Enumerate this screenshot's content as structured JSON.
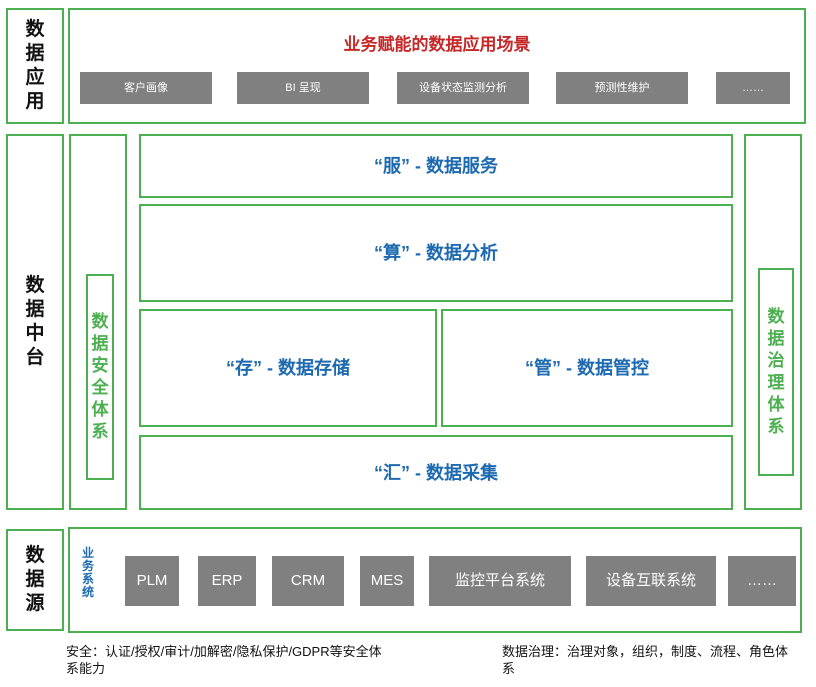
{
  "sections": {
    "app_label": [
      "数",
      "据",
      "应",
      "用"
    ],
    "platform_label": [
      "数",
      "据",
      "中",
      "台"
    ],
    "source_label": [
      "数",
      "据",
      "源"
    ]
  },
  "app": {
    "title": "业务赋能的数据应用场景",
    "items": [
      "客户画像",
      "BI 呈现",
      "设备状态监测分析",
      "预测性维护",
      "……"
    ]
  },
  "platform": {
    "security_label": [
      "数",
      "据",
      "安",
      "全",
      "体",
      "系"
    ],
    "governance_label": [
      "数",
      "据",
      "治",
      "理",
      "体",
      "系"
    ],
    "serve": "“服” - 数据服务",
    "compute": "“算” - 数据分析",
    "store": "“存” - 数据存储",
    "manage": "“管” - 数据管控",
    "collect": "“汇” - 数据采集"
  },
  "source": {
    "biz_label": [
      "业",
      "务",
      "系",
      "统"
    ],
    "systems": [
      "PLM",
      "ERP",
      "CRM",
      "MES",
      "监控平台系统",
      "设备互联系统",
      "……"
    ]
  },
  "footer": {
    "security_note": "安全：认证/授权/审计/加解密/隐私保护/GDPR等安全体系能力",
    "governance_note": "数据治理：治理对象，组织，制度、流程、角色体系"
  }
}
